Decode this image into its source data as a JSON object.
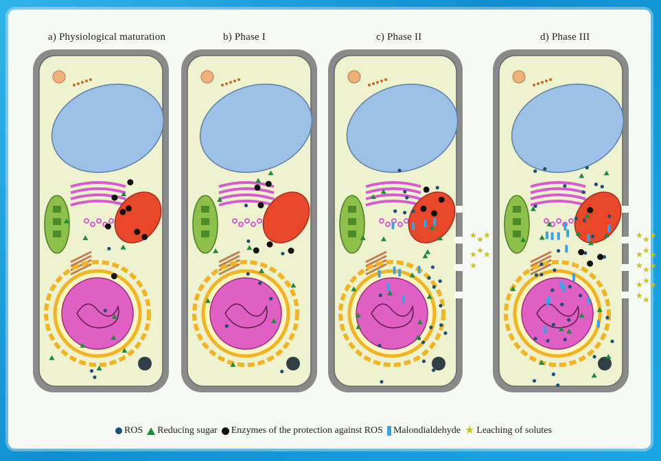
{
  "panels": {
    "a": {
      "caption": "a) Physiological maturation"
    },
    "b": {
      "caption": "b) Phase I"
    },
    "c": {
      "caption": "c) Phase II"
    },
    "d": {
      "caption": "d) Phase III"
    }
  },
  "legend": {
    "ros": "ROS",
    "sugar": "Reducing sugar",
    "enzymes": "Enzymes of the protection against ROS",
    "mda": "Malondialdehyde",
    "leaching": "Leaching of solutes"
  },
  "colors": {
    "ros": "#1b4f7a",
    "sugar": "#1b8a3a",
    "enzymes": "#111111",
    "mda": "#3aa3e6",
    "leaching": "#c9c41a",
    "cell_wall": "#8a8a8a",
    "cytoplasm": "#eef2cf",
    "vacuole": "#9cc0e6",
    "golgi": "#d65bd0",
    "mitochondrion": "#e8472a",
    "chloroplast": "#8cc04b",
    "nucleus": "#e05fc3",
    "nuclear_envelope": "#f2b422"
  }
}
